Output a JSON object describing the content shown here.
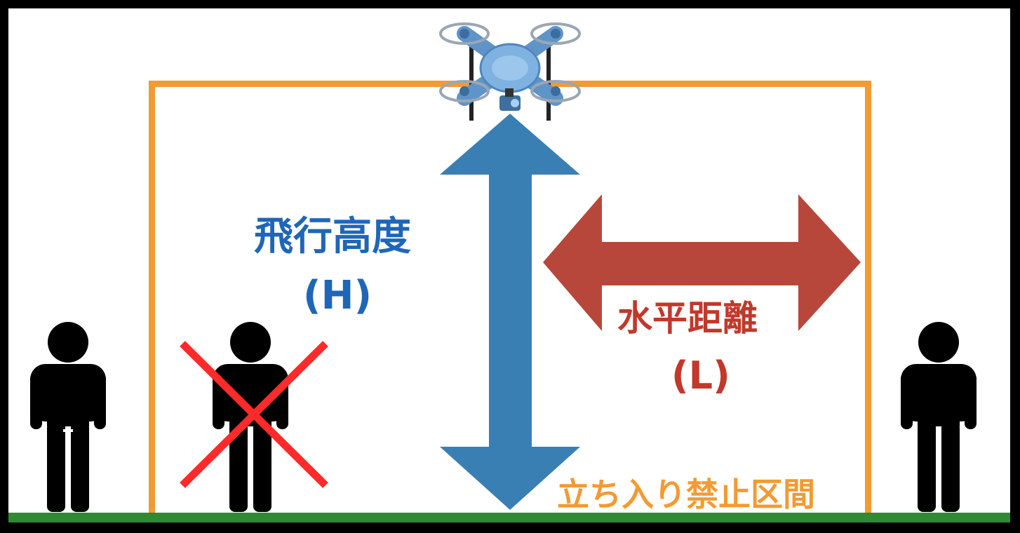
{
  "diagram": {
    "labels": {
      "height_title": "飛行高度",
      "height_symbol": "(H)",
      "horizontal_title": "水平距離",
      "horizontal_symbol": "(L)",
      "zone_label": "立ち入り禁止区間"
    },
    "colors": {
      "height": "#1f66b8",
      "horizontal": "#c0392b",
      "zone": "#f39a32",
      "ground": "#2f8a32",
      "vertical_arrow": "#3a7fb3",
      "horizontal_arrow": "#b7473a",
      "cross": "#ff2a2a",
      "person": "#000000",
      "drone": "#7fb2e0"
    },
    "icons": [
      "drone-icon",
      "person-icon",
      "cross-icon"
    ]
  }
}
